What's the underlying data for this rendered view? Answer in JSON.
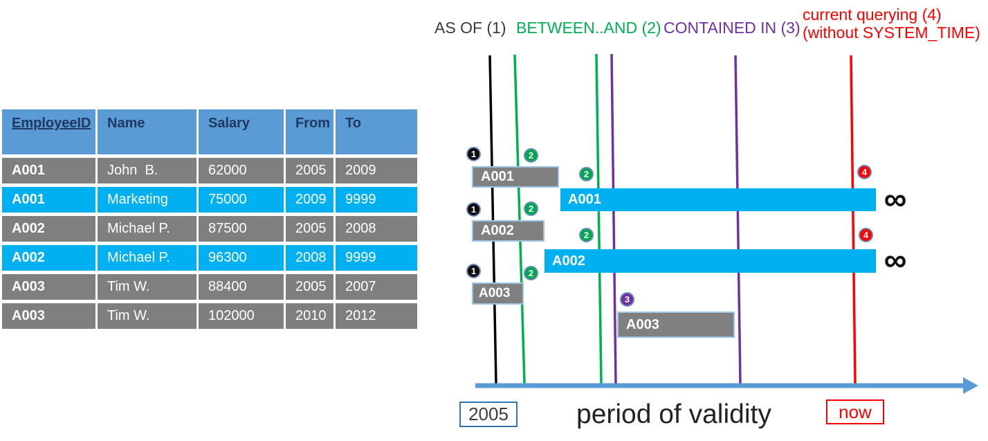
{
  "table": {
    "headers": [
      "EmployeeID",
      "Name",
      "Salary",
      "From",
      "To"
    ],
    "rows": [
      {
        "id": "A001",
        "name": "John  B.",
        "salary": "62000",
        "from": "2005",
        "to": "2009"
      },
      {
        "id": "A001",
        "name": "Marketing",
        "salary": "75000",
        "from": "2009",
        "to": "9999"
      },
      {
        "id": "A002",
        "name": "Michael P.",
        "salary": "87500",
        "from": "2005",
        "to": "2008"
      },
      {
        "id": "A002",
        "name": "Michael P.",
        "salary": "96300",
        "from": "2008",
        "to": "9999"
      },
      {
        "id": "A003",
        "name": "Tim W.",
        "salary": "88400",
        "from": "2005",
        "to": "2007"
      },
      {
        "id": "A003",
        "name": "Tim W.",
        "salary": "102000",
        "from": "2010",
        "to": "2012"
      }
    ]
  },
  "diagram": {
    "legend": {
      "as_of": "AS OF (1)",
      "between_and": "BETWEEN..AND (2)",
      "contained_in": "CONTAINED IN (3)",
      "current_line1": "current querying (4)",
      "current_line2": "(without SYSTEM_TIME)"
    },
    "badges": {
      "as_of": "1",
      "between_and": "2",
      "contained_in": "3",
      "current": "4"
    },
    "bars": {
      "a001_old": "A001",
      "a001_current": "A001",
      "a002_old": "A002",
      "a002_current": "A002",
      "a003_old": "A003",
      "a003_contained": "A003"
    },
    "infinity_symbol": "∞",
    "axis": {
      "start": "2005",
      "title": "period of validity",
      "now": "now"
    },
    "colors": {
      "as_of_line": "#000000",
      "between_line": "#00b050",
      "contained_line": "#7030a0",
      "current_line": "#ff0000",
      "bar_gray": "#808080",
      "bar_gray_border": "#9dc3e6",
      "bar_cyan": "#00b0f0",
      "axis_arrow": "#5b9bd5",
      "table_header_bg": "#5b9bd5",
      "table_header_text": "#1f3864",
      "table_row_gray": "#7f7f7f",
      "table_row_cyan": "#00b0f0",
      "year_box_border": "#2e75b6"
    }
  }
}
